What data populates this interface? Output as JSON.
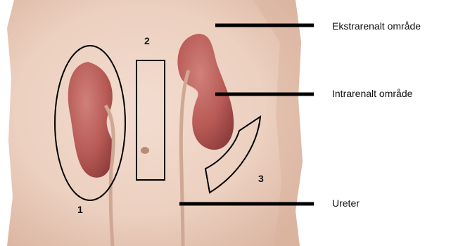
{
  "labels": {
    "extrarenal": "Ekstrarenalt område",
    "intrarenal": "Intrarenalt område",
    "ureter": "Ureter"
  },
  "markers": {
    "one": "1",
    "two": "2",
    "three": "3"
  },
  "colors": {
    "skin_light": "#f0d6c8",
    "skin_mid": "#e9c7b6",
    "kidney": "#b85a56",
    "kidney_dark": "#8e3e3d",
    "line": "#000000"
  }
}
